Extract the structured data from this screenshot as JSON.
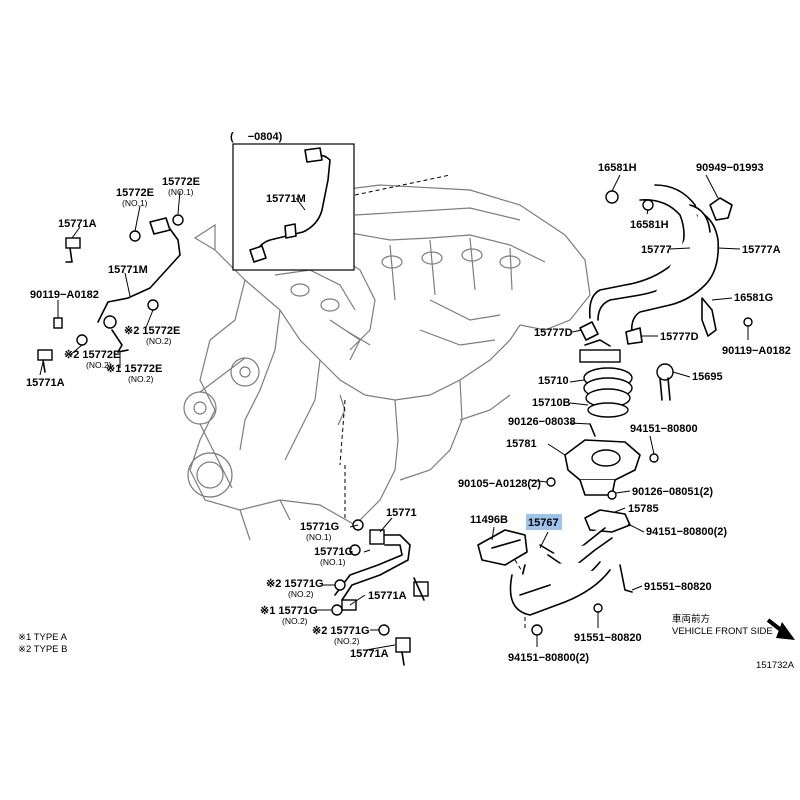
{
  "inset": {
    "range": "(　 −0804)",
    "part": "15771M"
  },
  "highlight": {
    "part": "15767",
    "color": "#9cc3ea"
  },
  "callouts": [
    {
      "id": "15772E_a",
      "text": "15772E",
      "sub": "(NO.1)"
    },
    {
      "id": "15772E_b",
      "text": "15772E",
      "sub": "(NO.1)"
    },
    {
      "id": "15771A_a",
      "text": "15771A"
    },
    {
      "id": "15771M",
      "text": "15771M"
    },
    {
      "id": "90119_a",
      "text": "90119−A0182"
    },
    {
      "id": "15772E_c",
      "text": "※2 15772E",
      "sub": "(NO.2)"
    },
    {
      "id": "15772E_d",
      "text": "※2 15772E",
      "sub": "(NO.2)"
    },
    {
      "id": "15772E_e",
      "text": "※1 15772E",
      "sub": "(NO.2)"
    },
    {
      "id": "15771A_b",
      "text": "15771A"
    },
    {
      "id": "16581H_a",
      "text": "16581H"
    },
    {
      "id": "90949",
      "text": "90949−01993"
    },
    {
      "id": "16581H_b",
      "text": "16581H"
    },
    {
      "id": "15777",
      "text": "15777"
    },
    {
      "id": "15777A",
      "text": "15777A"
    },
    {
      "id": "16581G",
      "text": "16581G"
    },
    {
      "id": "15777D_a",
      "text": "15777D"
    },
    {
      "id": "15777D_b",
      "text": "15777D"
    },
    {
      "id": "90119_b",
      "text": "90119−A0182"
    },
    {
      "id": "15710",
      "text": "15710"
    },
    {
      "id": "15695",
      "text": "15695"
    },
    {
      "id": "15710B",
      "text": "15710B"
    },
    {
      "id": "90126_a",
      "text": "90126−08038"
    },
    {
      "id": "94151_a",
      "text": "94151−80800"
    },
    {
      "id": "15781",
      "text": "15781"
    },
    {
      "id": "90105",
      "text": "90105−A0128(2)"
    },
    {
      "id": "90126_b",
      "text": "90126−08051(2)"
    },
    {
      "id": "11496B",
      "text": "11496B"
    },
    {
      "id": "15767",
      "text": "15767"
    },
    {
      "id": "15785",
      "text": "15785"
    },
    {
      "id": "94151_b",
      "text": "94151−80800(2)"
    },
    {
      "id": "91551_a",
      "text": "91551−80820"
    },
    {
      "id": "91551_b",
      "text": "91551−80820"
    },
    {
      "id": "94151_c",
      "text": "94151−80800(2)"
    },
    {
      "id": "15771",
      "text": "15771"
    },
    {
      "id": "15771G_a",
      "text": "15771G",
      "sub": "(NO.1)"
    },
    {
      "id": "15771G_b",
      "text": "15771G",
      "sub": "(NO.1)"
    },
    {
      "id": "15771G_c",
      "text": "※2 15771G",
      "sub": "(NO.2)"
    },
    {
      "id": "15771A_c",
      "text": "15771A"
    },
    {
      "id": "15771G_d",
      "text": "※1 15771G",
      "sub": "(NO.2)"
    },
    {
      "id": "15771G_e",
      "text": "※2 15771G",
      "sub": "(NO.2)"
    },
    {
      "id": "15771A_d",
      "text": "15771A"
    }
  ],
  "legend": {
    "type_a": "※1 TYPE A",
    "type_b": "※2 TYPE B"
  },
  "direction": {
    "jp": "車両前方",
    "en": "VEHICLE FRONT SIDE"
  },
  "figure_id": "151732A"
}
